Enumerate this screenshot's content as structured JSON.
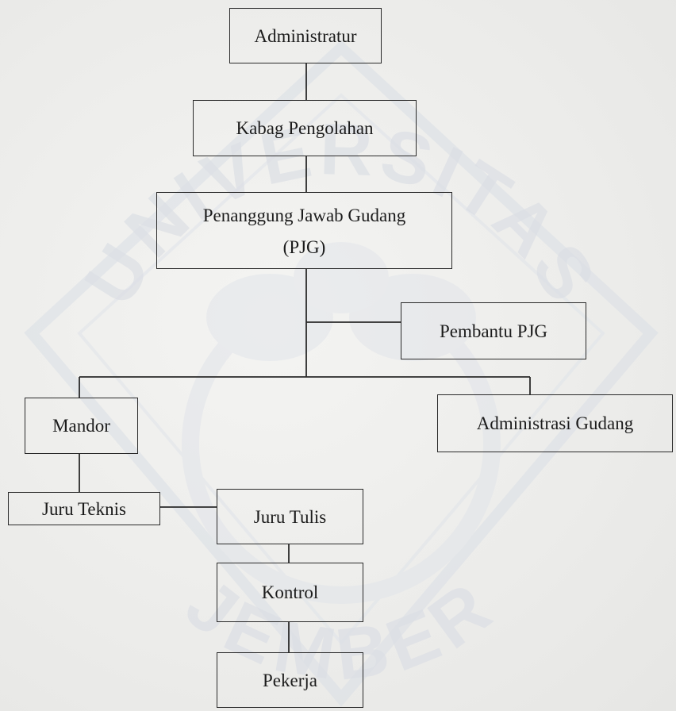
{
  "diagram": {
    "nodes": {
      "administratur": "Administratur",
      "kabag_pengolahan": "Kabag Pengolahan",
      "pjg_line1": "Penanggung Jawab Gudang",
      "pjg_line2": "(PJG)",
      "pembantu_pjg": "Pembantu PJG",
      "mandor": "Mandor",
      "administrasi_gudang": "Administrasi Gudang",
      "juru_teknis": "Juru Teknis",
      "juru_tulis": "Juru Tulis",
      "kontrol": "Kontrol",
      "pekerja": "Pekerja"
    },
    "watermark": {
      "text": "UNIVERSITAS JEMBER"
    },
    "colors": {
      "line": "#2a2a2a",
      "background": "#eeeeec",
      "watermark": "#d9dde6"
    }
  }
}
